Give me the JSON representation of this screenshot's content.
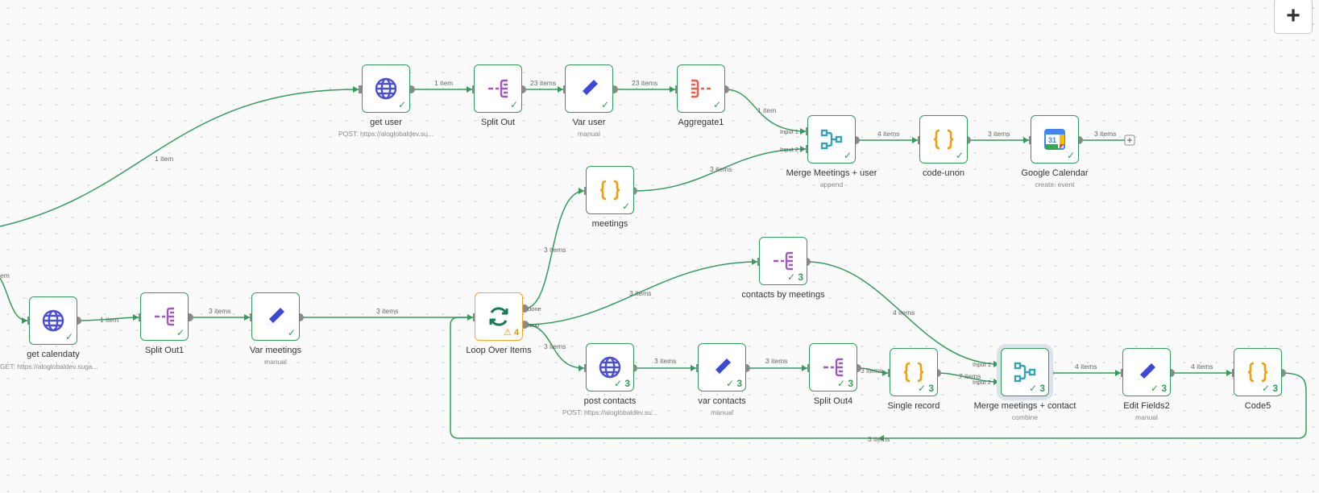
{
  "zoom_button": {
    "label": "+"
  },
  "nodes": {
    "get_user": {
      "label": "get user",
      "sub": "POST: https://aloglobaldev.su..."
    },
    "split_out": {
      "label": "Split Out"
    },
    "var_user": {
      "label": "Var user",
      "sub": "manual"
    },
    "aggregate1": {
      "label": "Aggregate1"
    },
    "merge_meetings_user": {
      "label": "Merge Meetings + user",
      "sub": "append",
      "input1": "Input 1",
      "input2": "Input 2"
    },
    "code_unon": {
      "label": "code-unon"
    },
    "google_calendar": {
      "label": "Google Calendar",
      "sub": "create: event",
      "icon_text": "31"
    },
    "meetings": {
      "label": "meetings"
    },
    "get_calendaty": {
      "label": "get calendaty",
      "sub": "GET: https://aloglobaldev.suga..."
    },
    "split_out1": {
      "label": "Split Out1"
    },
    "var_meetings": {
      "label": "Var meetings",
      "sub": "manual"
    },
    "loop_over_items": {
      "label": "Loop Over Items",
      "out_done": "done",
      "out_loop": "loop",
      "warn": "⚠ 4"
    },
    "contacts_by_meetings": {
      "label": "contacts by meetings",
      "count": "✓ 3"
    },
    "post_contacts": {
      "label": "post contacts",
      "sub": "POST: https://aloglobaldev.su...",
      "count": "✓ 3"
    },
    "var_contacts": {
      "label": "var contacts",
      "sub": "manual",
      "count": "✓ 3"
    },
    "split_out4": {
      "label": "Split Out4",
      "count": "✓ 3"
    },
    "single_record": {
      "label": "Single record",
      "count": "✓ 3"
    },
    "merge_meetings_contact": {
      "label": "Merge meetings + contact",
      "sub": "combine",
      "input1": "Input 1",
      "input2": "Input 2",
      "count": "✓ 3"
    },
    "edit_fields2": {
      "label": "Edit Fields2",
      "sub": "manual",
      "count": "✓ 3"
    },
    "code5": {
      "label": "Code5",
      "count": "✓ 3"
    }
  },
  "edge_labels": {
    "left_to_get_user": "1 item",
    "left_partial": "em",
    "get_user_to_split_out": "1 item",
    "split_out_to_var_user": "23 items",
    "var_user_to_aggregate1": "23 items",
    "aggregate1_to_merge": "1 item",
    "merge_to_code_unon": "4 items",
    "code_unon_to_calendar": "3 items",
    "calendar_out": "3 items",
    "meetings_to_merge": "3 items",
    "calendaty_to_split_out1": "1 item",
    "split_out1_to_var_meetings": "3 items",
    "var_meetings_to_loop": "3 items",
    "loop_to_meetings": "3 items",
    "loop_to_contacts_by_meetings": "3 items",
    "loop_to_post_contacts": "3 items",
    "post_to_var_contacts": "3 items",
    "var_contacts_to_split_out4": "3 items",
    "split_out4_to_single_record": "3 items",
    "single_record_to_merge": "7 items",
    "contacts_by_meetings_to_merge": "4 items",
    "merge_to_edit_fields2": "4 items",
    "edit_fields2_to_code5": "4 items",
    "code5_back_to_loop": "3 items"
  },
  "colors": {
    "edge": "#2e9f5a",
    "node_border": "#2e9f5a",
    "loop_border": "#f5a623",
    "http_icon": "#4a4fd6",
    "split_icon": "#a455c5",
    "edit_icon": "#3c49d8",
    "aggregate_icon": "#f05a4f",
    "merge_icon": "#35a2b9",
    "code_icon": "#f59e0b",
    "loop_icon": "#127c53"
  }
}
